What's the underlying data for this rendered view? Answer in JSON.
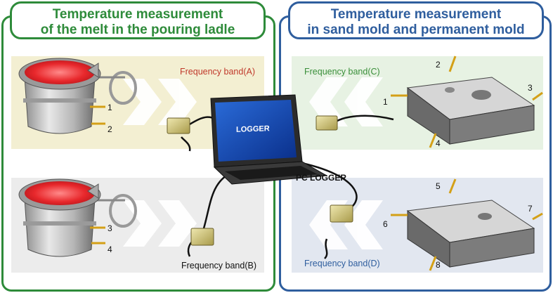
{
  "left_panel": {
    "title_line1": "Temperature measurement",
    "title_line2": "of the melt in the pouring ladle",
    "band_a": "Frequency band(A)",
    "band_b": "Frequency band(B)",
    "ladle_top_numbers": [
      "1",
      "2"
    ],
    "ladle_bottom_numbers": [
      "3",
      "4"
    ]
  },
  "right_panel": {
    "title_line1": "Temperature measurement",
    "title_line2": "in sand mold and permanent mold",
    "band_c": "Frequency band(C)",
    "band_d": "Frequency band(D)",
    "mold_top_numbers": [
      "1",
      "2",
      "3",
      "4"
    ],
    "mold_bottom_numbers": [
      "5",
      "6",
      "7",
      "8"
    ]
  },
  "center": {
    "laptop_screen_text": "LOGGER",
    "device_label": "PC LOGGER"
  },
  "colors": {
    "green": "#2e8b3a",
    "blue": "#2f5e9e",
    "band_a_text": "#c0392b",
    "band_c_text": "#3a8f3a",
    "band_d_text": "#2f5e9e"
  }
}
